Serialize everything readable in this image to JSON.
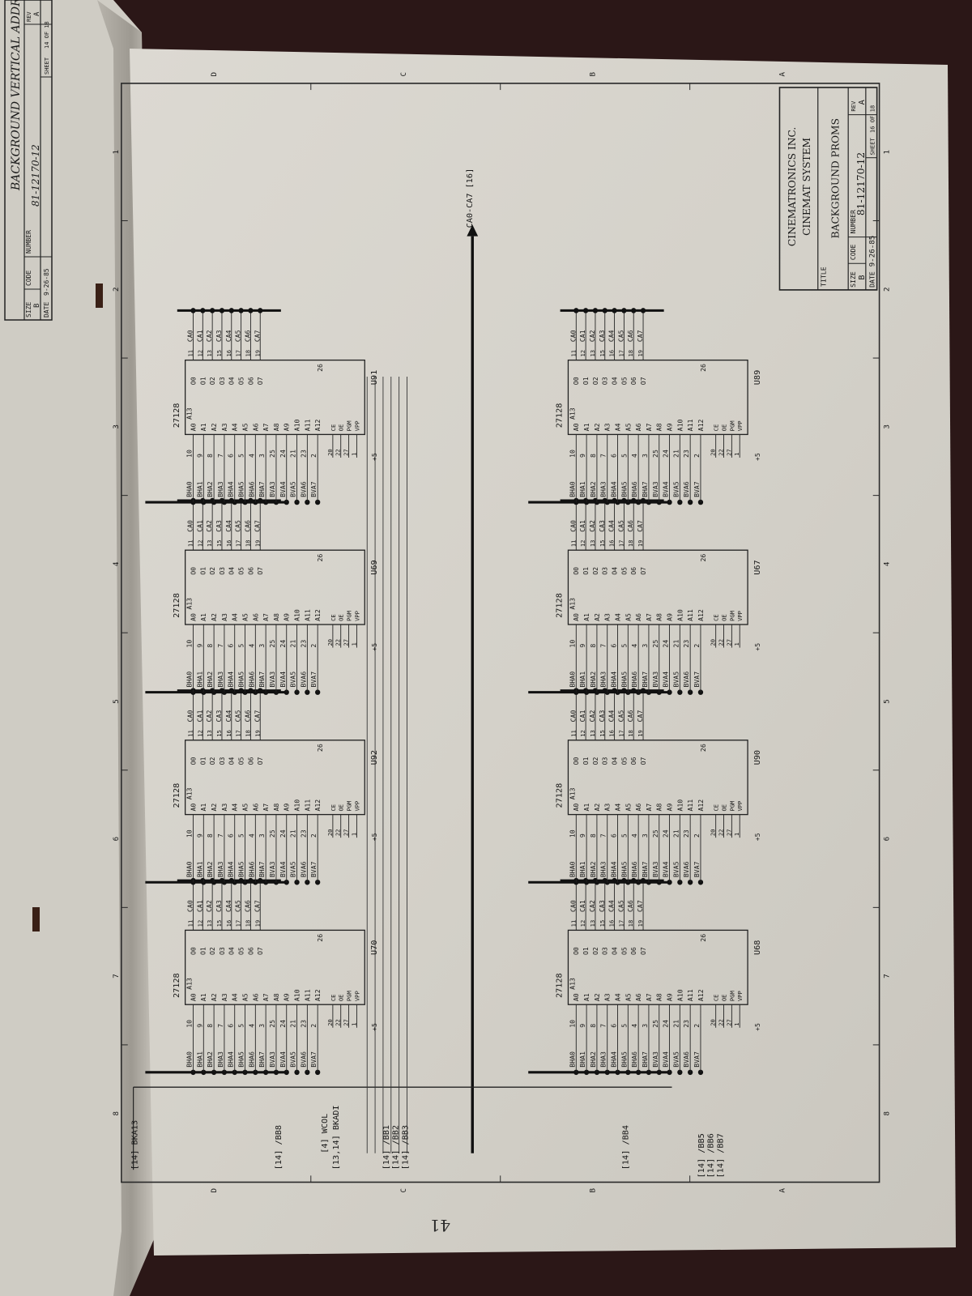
{
  "top_strip": {
    "title": "BACKGROUND VERTICAL ADDRESS",
    "size_label": "SIZE",
    "size_value": "B",
    "code_label": "CODE",
    "number_label": "NUMBER",
    "number_value": "81-12170-12",
    "rev_label": "REV",
    "rev_value": "A",
    "date_label": "DATE",
    "date_value": "9-26-85",
    "sheet_label": "SHEET",
    "sheet_value": "14 OF 18"
  },
  "title_block": {
    "company": "CINEMATRONICS INC.",
    "system": "CINEMAT SYSTEM",
    "title_label": "TITLE",
    "title": "BACKGROUND PROMS",
    "size_label": "SIZE",
    "size_value": "B",
    "code_label": "CODE",
    "number_label": "NUMBER",
    "number_value": "81-12170-12",
    "rev_label": "REV",
    "rev_value": "A",
    "date_label": "DATE",
    "date_value": "9-26-85",
    "sheet_label": "SHEET",
    "sheet_value": "16 OF 18"
  },
  "border": {
    "col_numbers": [
      "8",
      "7",
      "6",
      "5",
      "4",
      "3",
      "2",
      "1"
    ],
    "row_letters": [
      "D",
      "C",
      "B",
      "A"
    ]
  },
  "chip_common": {
    "part": "27128",
    "pin_26_label": "26",
    "a13_label": "A13",
    "plus5": "+5",
    "left_pins": [
      {
        "sig": "BHA0",
        "pin": "10",
        "addr": "A0"
      },
      {
        "sig": "BHA1",
        "pin": "9",
        "addr": "A1"
      },
      {
        "sig": "BHA2",
        "pin": "8",
        "addr": "A2"
      },
      {
        "sig": "BHA3",
        "pin": "7",
        "addr": "A3"
      },
      {
        "sig": "BHA4",
        "pin": "6",
        "addr": "A4"
      },
      {
        "sig": "BHA5",
        "pin": "5",
        "addr": "A5"
      },
      {
        "sig": "BHA6",
        "pin": "4",
        "addr": "A6"
      },
      {
        "sig": "BHA7",
        "pin": "3",
        "addr": "A7"
      },
      {
        "sig": "BVA3",
        "pin": "25",
        "addr": "A8"
      },
      {
        "sig": "BVA4",
        "pin": "24",
        "addr": "A9"
      },
      {
        "sig": "BVA5",
        "pin": "21",
        "addr": "A10"
      },
      {
        "sig": "BVA6",
        "pin": "23",
        "addr": "A11"
      },
      {
        "sig": "BVA7",
        "pin": "2",
        "addr": "A12"
      }
    ],
    "ctrl_pins": [
      {
        "pin": "20",
        "name": "CE"
      },
      {
        "pin": "22",
        "name": "OE"
      },
      {
        "pin": "27",
        "name": "PGM"
      },
      {
        "pin": "1",
        "name": "VPP"
      }
    ],
    "outputs": [
      {
        "o": "O0",
        "pin": "11",
        "ca": "CA0"
      },
      {
        "o": "O1",
        "pin": "12",
        "ca": "CA1"
      },
      {
        "o": "O2",
        "pin": "13",
        "ca": "CA2"
      },
      {
        "o": "O3",
        "pin": "15",
        "ca": "CA3"
      },
      {
        "o": "O4",
        "pin": "16",
        "ca": "CA4"
      },
      {
        "o": "O5",
        "pin": "17",
        "ca": "CA5"
      },
      {
        "o": "O6",
        "pin": "18",
        "ca": "CA6"
      },
      {
        "o": "O7",
        "pin": "19",
        "ca": "CA7"
      }
    ]
  },
  "chips": [
    {
      "ref": "U70"
    },
    {
      "ref": "U92"
    },
    {
      "ref": "U69"
    },
    {
      "ref": "U91"
    },
    {
      "ref": "U68"
    },
    {
      "ref": "U90"
    },
    {
      "ref": "U67"
    },
    {
      "ref": "U89"
    }
  ],
  "signals": {
    "bka13": "[14] BKA13",
    "bb8": "[14] /BB8",
    "wcol": "[4] WCOL",
    "bkad": "[13,14] BKADI",
    "bb1": "[14] /BB1",
    "bb2": "[14] /BB2",
    "bb3": "[14] /BB3",
    "bb4": "[14] /BB4",
    "bb5": "[14] /BB5",
    "bb6": "[14] /BB6",
    "bb7": "[14] /BB7",
    "bus_out": "CA0-CA7 [16]"
  },
  "page_number": "41"
}
